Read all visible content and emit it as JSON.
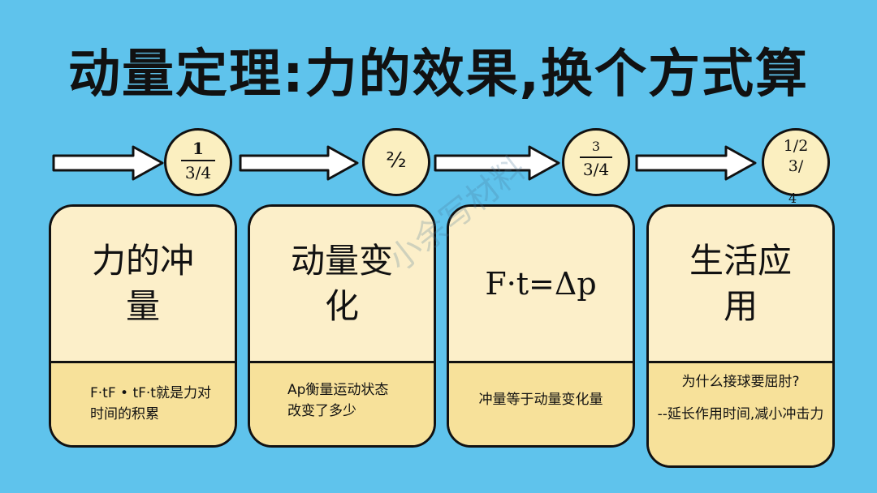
{
  "title": "动量定理:力的效果,换个方式算",
  "badges": [
    {
      "line1": "1",
      "line2": "3/4"
    },
    {
      "line1": "²⁄₂"
    },
    {
      "line1": "3",
      "line2": "3/4"
    },
    {
      "line1": "1/2",
      "line2": "3/",
      "line3": "4"
    }
  ],
  "cards": [
    {
      "heading": "力的冲量",
      "body": "F·tF • tF·t就是力对时间的积累"
    },
    {
      "heading": "动量变化",
      "body": "Ap衡量运动状态改变了多少"
    },
    {
      "heading": "F·t=Δp",
      "body": "冲量等于动量变化量"
    },
    {
      "heading": "生活应用",
      "body_q": "为什么接球要屈肘?",
      "body_a": "--延长作用时间,减小冲击力"
    }
  ],
  "watermark": "小余写材料",
  "colors": {
    "background": "#5fc3ec",
    "card_top": "#fcefc9",
    "card_bottom": "#f7e19a",
    "badge": "#fbefc0"
  }
}
